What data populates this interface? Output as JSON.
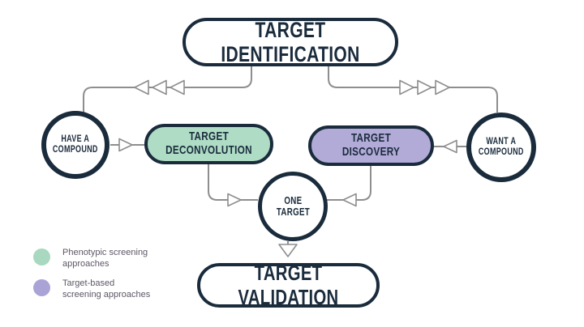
{
  "diagram": {
    "nodes": {
      "target_identification": {
        "label": "TARGET IDENTIFICATION"
      },
      "have_a_compound": {
        "label": "HAVE A\nCOMPOUND"
      },
      "target_deconvolution": {
        "label": "TARGET DECONVOLUTION"
      },
      "target_discovery": {
        "label": "TARGET DISCOVERY"
      },
      "want_a_compound": {
        "label": "WANT A\nCOMPOUND"
      },
      "one_target": {
        "label": "ONE\nTARGET"
      },
      "target_validation": {
        "label": "TARGET VALIDATION"
      }
    },
    "colors": {
      "outline_navy": "#1a2b3c",
      "connector_gray": "#8e8e8e",
      "phenotypic_green": "#aedcc5",
      "target_based_purple": "#b2abd8",
      "node_background": "#ffffff"
    }
  },
  "legend": {
    "items": [
      {
        "swatch_color": "#a8d8c0",
        "label": "Phenotypic screening\napproaches"
      },
      {
        "swatch_color": "#aaa3d6",
        "label": "Target-based\nscreening approaches"
      }
    ]
  }
}
